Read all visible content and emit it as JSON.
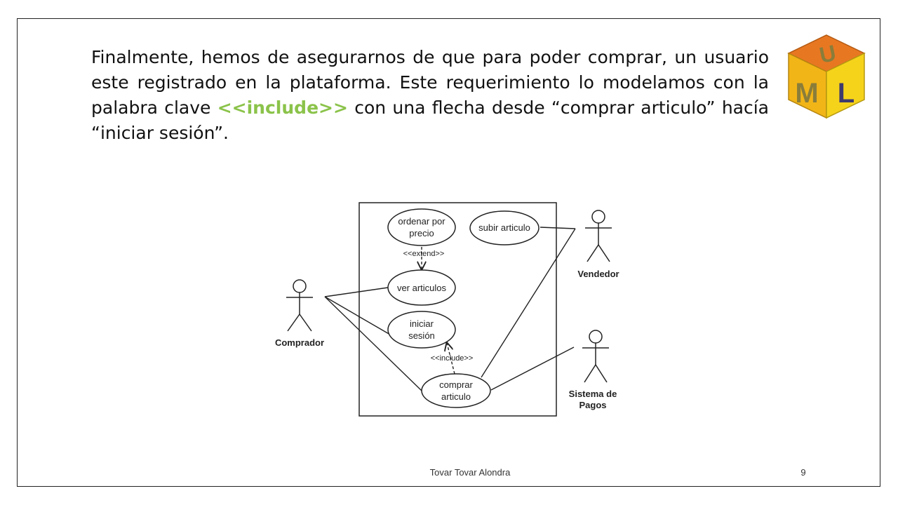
{
  "slide": {
    "text_before": "Finalmente, hemos de asegurarnos de que para poder comprar, un usuario este registrado en la plataforma. Este requerimiento lo modelamos con la palabra clave ",
    "keyword": "<<include>>",
    "text_after": " con una flecha desde “comprar articulo” hacía “iniciar sesión”.",
    "keyword_color": "#8bc34a"
  },
  "logo": {
    "letters": {
      "top": "U",
      "left": "M",
      "right": "L"
    },
    "colors": {
      "top": "#e87722",
      "left": "#f2b517",
      "right": "#f6d31b",
      "letter": "#8a7d3a"
    }
  },
  "diagram": {
    "use_cases": {
      "ordenar": [
        "ordenar por",
        "precio"
      ],
      "subir": [
        "subir articulo"
      ],
      "ver": [
        "ver articulos"
      ],
      "iniciar": [
        "iniciar",
        "sesión"
      ],
      "comprar": [
        "comprar",
        "articulo"
      ]
    },
    "actors": {
      "comprador": [
        "Comprador"
      ],
      "vendedor": [
        "Vendedor"
      ],
      "pagos": [
        "Sistema de",
        "Pagos"
      ]
    },
    "relations": {
      "extend": "<<extend>>",
      "include": "<<include>>"
    }
  },
  "footer": {
    "author": "Tovar Tovar Alondra",
    "page": "9"
  }
}
